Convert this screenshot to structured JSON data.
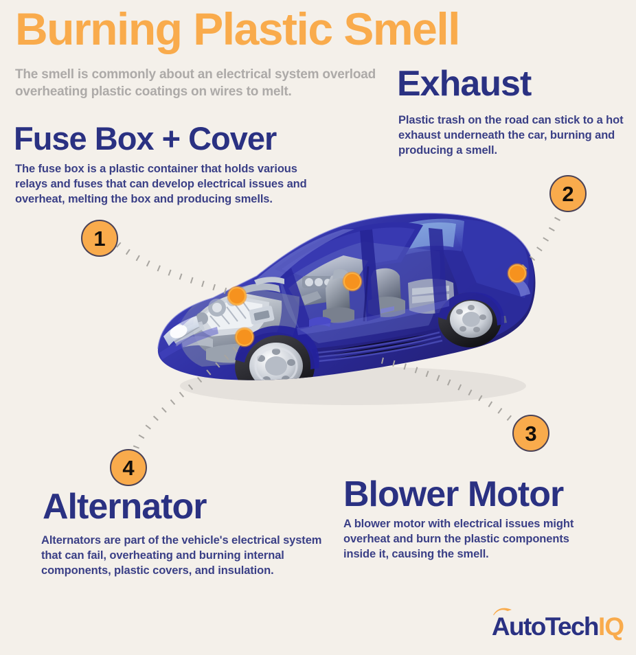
{
  "page": {
    "background_color": "#f4f0ea",
    "title": "Burning Plastic Smell",
    "title_color": "#f9ab4c",
    "subtitle": "The smell is commonly about an electrical system overload overheating plastic coatings on wires to melt.",
    "subtitle_color": "#adaaa8",
    "heading_color": "#2a3182",
    "body_color": "#3a3f86",
    "badge_color": "#f9ab4c",
    "hotspot_color": "#f6921e",
    "connector_color": "#a8a5a0"
  },
  "sections": [
    {
      "number": "1",
      "heading": "Fuse Box + Cover",
      "body": "The fuse box is a plastic container that holds various relays and fuses that can develop electrical issues and overheat, melting the box and producing smells."
    },
    {
      "number": "2",
      "heading": "Exhaust",
      "body": "Plastic trash on the road can stick to a hot exhaust underneath the car, burning and producing a smell."
    },
    {
      "number": "3",
      "heading": "Blower Motor",
      "body": "A blower motor with electrical issues might overheat and burn the plastic components inside it, causing the smell."
    },
    {
      "number": "4",
      "heading": "Alternator",
      "body": "Alternators are part of the vehicle's electrical system that can fail, overheating and burning internal components, plastic covers, and insulation."
    }
  ],
  "illustration": {
    "name": "car-cutaway",
    "description": "Blue transparent cutaway sedan showing engine, interior and drivetrain"
  },
  "logo": {
    "part_one": "AutoTech",
    "part_two": "IQ",
    "part_one_color": "#2a3182",
    "part_two_color": "#f9ab4c"
  }
}
